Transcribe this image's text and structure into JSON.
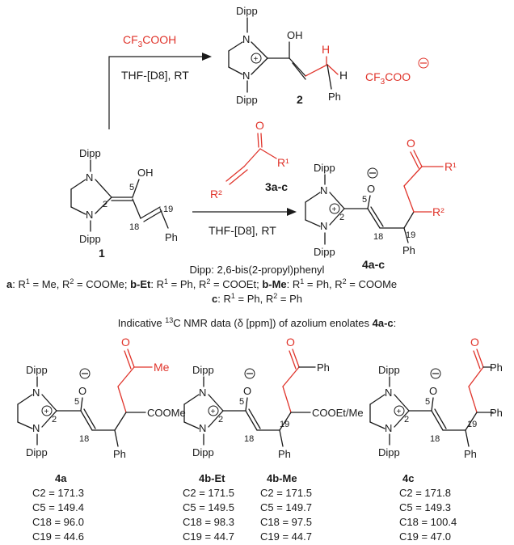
{
  "scheme": {
    "reaction_top": {
      "reagent": "CF3COOH",
      "conditions": "THF-[D8], RT",
      "product_label": "2",
      "counterion": "CF3COO"
    },
    "reaction_main": {
      "reagent_label": "3a-c",
      "conditions": "THF-[D8], RT",
      "product_label": "4a-c",
      "starting_label": "1"
    },
    "dipp_definition": "Dipp: 2,6-bis(2-propyl)phenyl",
    "substituents": {
      "line1_a": "a: R¹ = Me, R² = COOMe; ",
      "line1_bEt": "b-Et: R¹ = Ph, R² = COOEt; ",
      "line1_bMe": "b-Me: R¹ = Ph, R² = COOMe",
      "line2_c": "c: R¹ = Ph, R² = Ph"
    },
    "nmr_header": "Indicative ¹³C NMR data (δ [ppm]) of azolium enolates 4a-c:",
    "atoms": {
      "dipp": "Dipp",
      "n": "N",
      "oh": "OH",
      "o": "O",
      "h": "H",
      "ph": "Ph",
      "r1": "R¹",
      "r2": "R²",
      "me": "Me",
      "coome": "COOMe",
      "cooet_me": "COOEt/Me",
      "c2": "2",
      "c5": "5",
      "c18": "18",
      "c19": "19"
    },
    "compounds": [
      {
        "label": "4a",
        "c2": "C2  = 171.3",
        "c5": "C5  = 149.4",
        "c18": "C18 = 96.0",
        "c19": "C19 = 44.6"
      },
      {
        "label": "4b-Et",
        "c2": "C2  = 171.5",
        "c5": "C5  = 149.5",
        "c18": "C18 = 98.3",
        "c19": "C19 = 44.7"
      },
      {
        "label": "4b-Me",
        "c2": "C2  = 171.5",
        "c5": "C5  = 149.7",
        "c18": "C18 = 97.5",
        "c19": "C19 = 44.7"
      },
      {
        "label": "4c",
        "c2": "C2  = 171.8",
        "c5": "C5  = 149.3",
        "c18": "C18 = 100.4",
        "c19": "C19 = 47.0"
      }
    ]
  },
  "colors": {
    "accent_red": "#e0342b",
    "ink": "#1a1a1a"
  }
}
